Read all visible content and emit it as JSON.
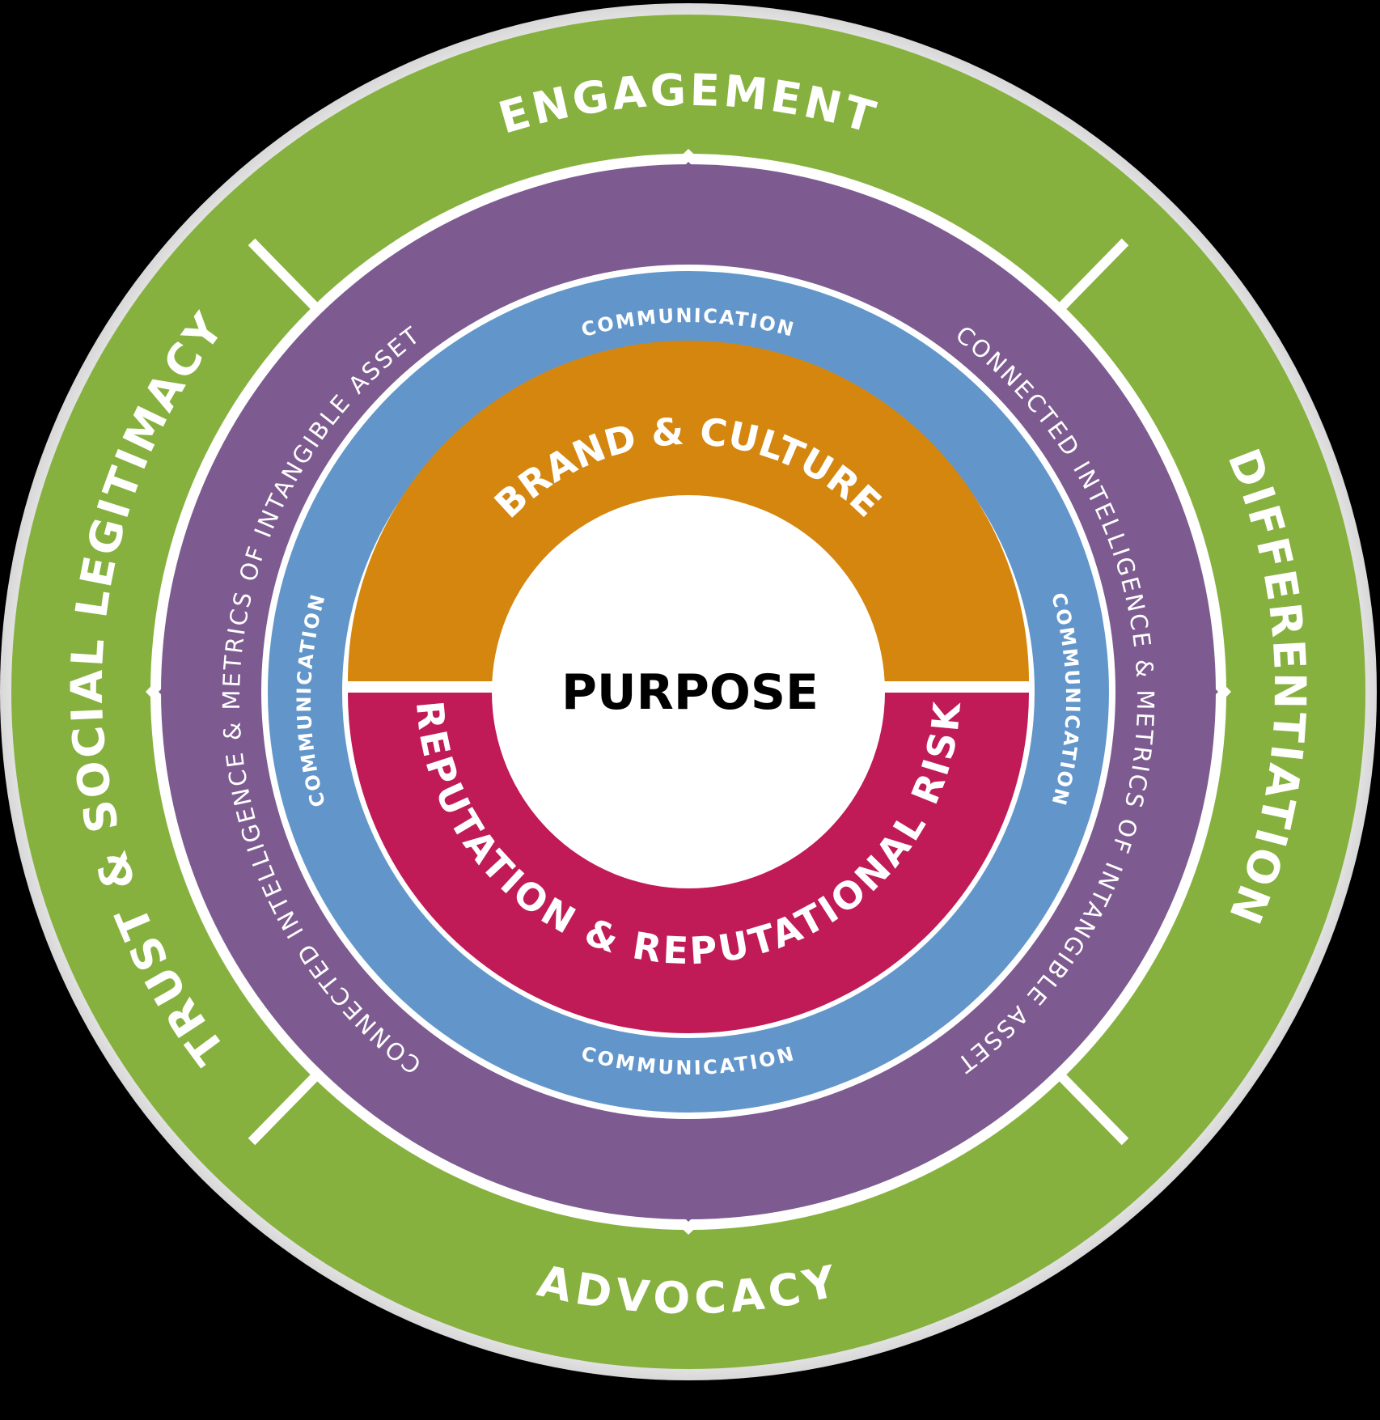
{
  "center_label": "PURPOSE",
  "outer_ring": {
    "top": "ENGAGEMENT",
    "right": "DIFFERENTIATION",
    "bottom": "ADVOCACY",
    "left": "TRUST & SOCIAL LEGITIMACY"
  },
  "purple_ring": {
    "left": "CONNECTED INTELLIGENCE & METRICS OF INTANGIBLE ASSET",
    "right": "CONNECTED INTELLIGENCE & METRICS OF INTANGIBLE ASSET"
  },
  "blue_ring": {
    "top": "COMMUNICATION",
    "right": "COMMUNICATION",
    "bottom": "COMMUNICATION",
    "left": "COMMUNICATION"
  },
  "inner_ring": {
    "top": "BRAND & CULTURE",
    "bottom": "REPUTATION & REPUTATIONAL RISK"
  },
  "colors": {
    "green": "#86b13e",
    "purple": "#7d5b90",
    "blue": "#6296cb",
    "orange": "#d4860f",
    "magenta": "#c01a57",
    "white": "#ffffff",
    "background": "#000000"
  }
}
